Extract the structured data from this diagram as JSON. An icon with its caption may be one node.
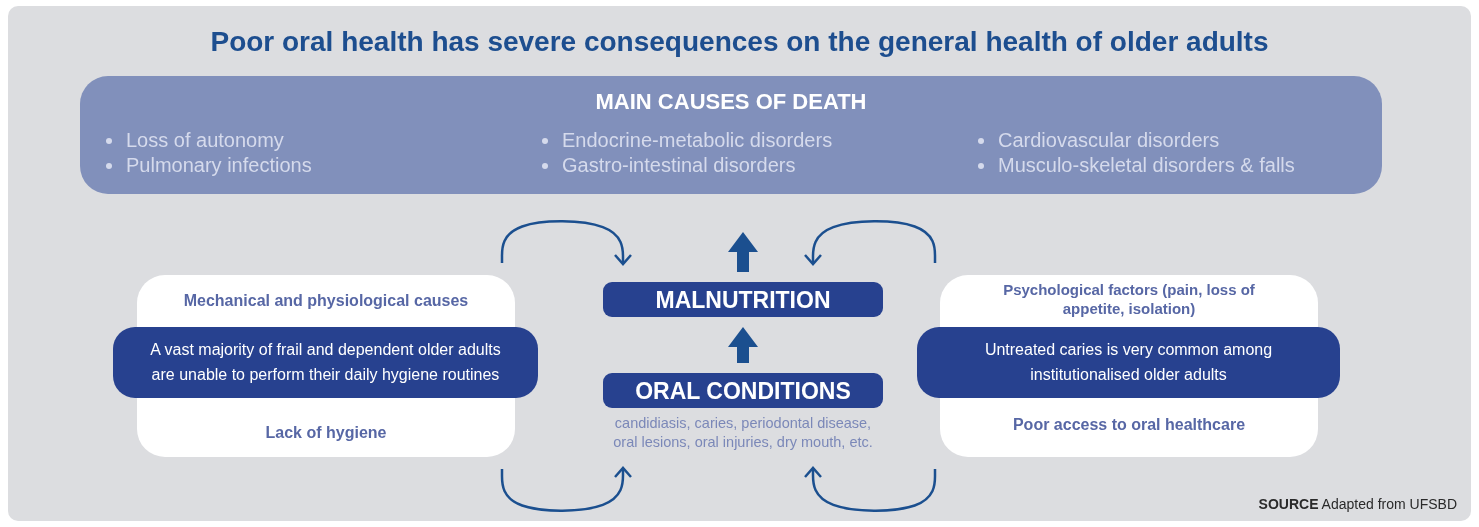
{
  "diagram": {
    "title": "Poor oral health has severe consequences on the general health of older adults",
    "nodes": [
      {
        "text": [
          "MAIN CAUSES OF DEATH",
          "Loss of autonomy",
          "Pulmonary infections",
          "Endocrine-metabolic disorders",
          "Gastro-intestinal disorders",
          "Cardiovascular disorders",
          "Musculo-skeletal disorders & falls"
        ]
      },
      {
        "text": [
          "Mechanical and physiological causes",
          "Lack of hygiene"
        ]
      },
      {
        "text": [
          "A vast majority of frail and dependent older adults are unable to perform their daily hygiene routines"
        ]
      },
      {
        "text": [
          "MALNUTRITION"
        ]
      },
      {
        "text": [
          "ORAL CONDITIONS"
        ],
        "beside": [
          "candidiasis, caries, periodontal disease, oral lesions, oral injuries, dry mouth, etc."
        ]
      },
      {
        "text": [
          "Psychological factors (pain, loss of appetite, isolation)",
          "Poor access to oral healthcare"
        ]
      },
      {
        "text": [
          "Untreated caries is very common among institutionalised older adults"
        ]
      }
    ],
    "edges": [
      {
        "from": 4,
        "to": 3,
        "arrow": "to",
        "style": "thick"
      },
      {
        "from": 3,
        "to": 0,
        "arrow": "to",
        "style": "thick"
      },
      {
        "from": 1,
        "to": 3,
        "arrow": "to"
      },
      {
        "from": 1,
        "to": 4,
        "arrow": "to"
      },
      {
        "from": 5,
        "to": 3,
        "arrow": "to"
      },
      {
        "from": 5,
        "to": 4,
        "arrow": "to"
      }
    ],
    "labels": [
      "**SOURCE** Adapted from UFSBD"
    ]
  }
}
